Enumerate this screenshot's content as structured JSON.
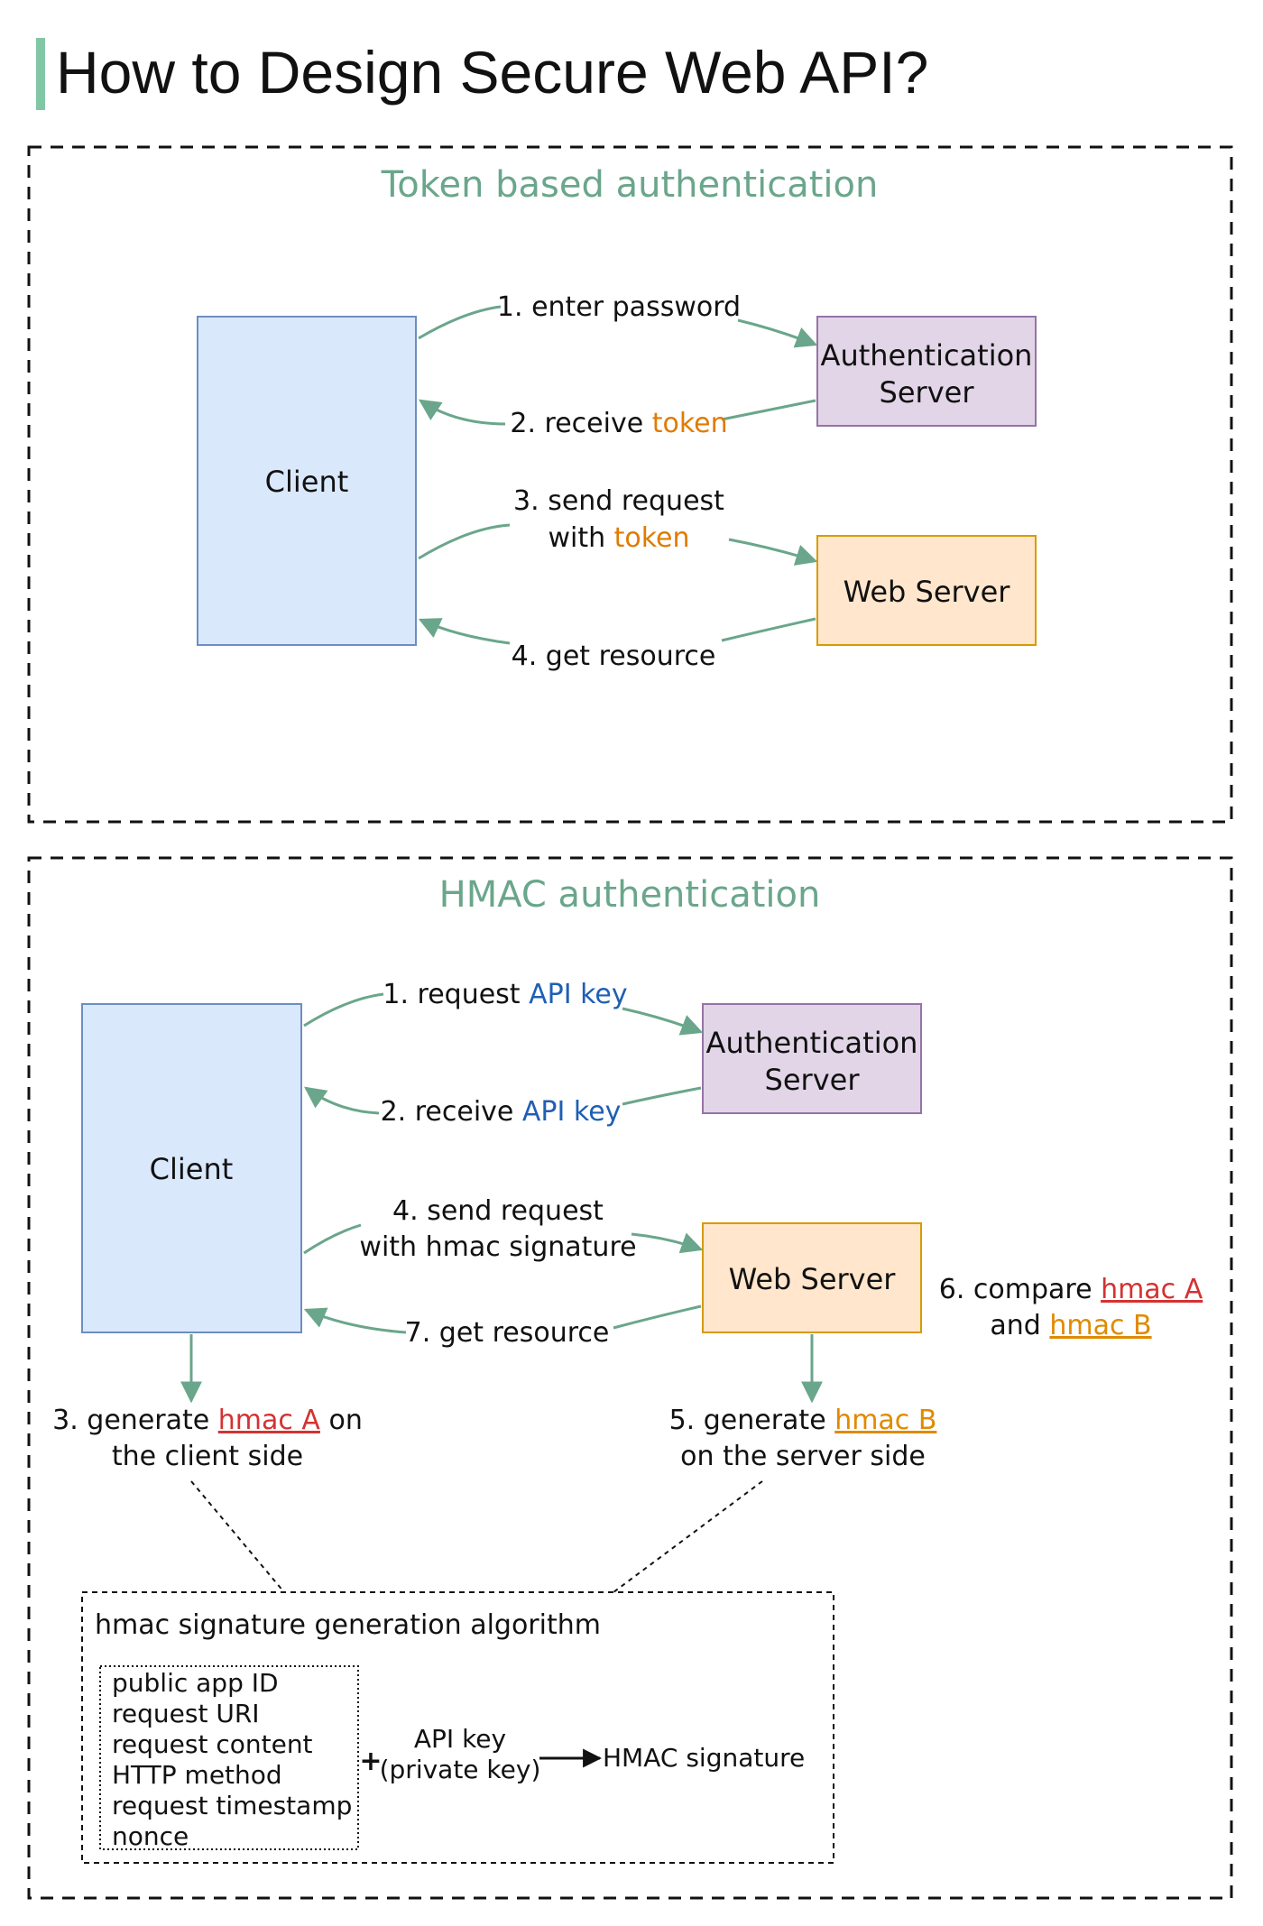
{
  "title": "How to Design Secure Web API?",
  "colors": {
    "accent_green": "#6aa68b",
    "client_fill": "#dae8fc",
    "client_stroke": "#6c8ebf",
    "auth_fill": "#e1d5e7",
    "auth_stroke": "#9673a6",
    "web_fill": "#ffe6cc",
    "web_stroke": "#d79b00",
    "token_color": "#e07b00",
    "api_key_color": "#1f5fb3",
    "hmac_a_color": "#d43232",
    "hmac_b_color": "#e08a00"
  },
  "token_section": {
    "title": "Token based authentication",
    "client": "Client",
    "auth_server_line1": "Authentication",
    "auth_server_line2": "Server",
    "web_server": "Web Server",
    "step1": "1. enter password",
    "step2_prefix": "2. receive ",
    "step2_highlight": "token",
    "step3_line1": "3.  send request",
    "step3_line2_prefix": "with ",
    "step3_line2_highlight": "token",
    "step4": "4. get resource"
  },
  "hmac_section": {
    "title": "HMAC authentication",
    "client": "Client",
    "auth_server_line1": "Authentication",
    "auth_server_line2": "Server",
    "web_server": "Web Server",
    "step1_prefix": "1. request ",
    "step1_highlight": "API key",
    "step2_prefix": "2. receive ",
    "step2_highlight": "API key",
    "step3_prefix": "3. generate ",
    "step3_highlight": "hmac A",
    "step3_suffix": " on",
    "step3_line2": "the client side",
    "step4_line1": "4. send request",
    "step4_line2": "with hmac signature",
    "step5_prefix": "5. generate ",
    "step5_highlight": "hmac B",
    "step5_line2": "on the server side",
    "step6_prefix": "6. compare ",
    "step6_highlight": "hmac A",
    "step6_line2_prefix": "and ",
    "step6_line2_highlight": "hmac B",
    "step7": "7. get resource",
    "algorithm": {
      "title": "hmac signature generation algorithm",
      "inputs": [
        "public app ID",
        "request URI",
        "request content",
        "HTTP method",
        "request timestamp",
        "nonce"
      ],
      "plus": "+",
      "key_line1": "API key",
      "key_line2": "(private key)",
      "output": "HMAC signature"
    }
  }
}
